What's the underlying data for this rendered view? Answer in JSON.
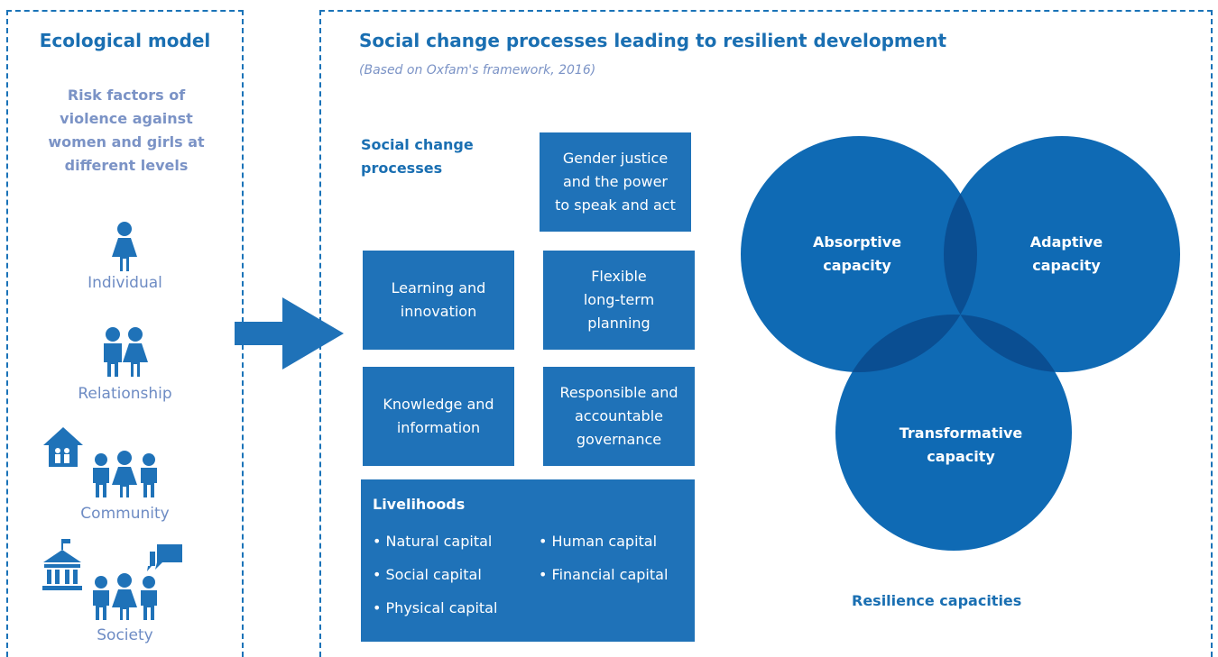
{
  "ecological_model": {
    "title": "Ecological model",
    "subtitle": "Risk factors of violence against women and girls at different levels",
    "levels": [
      {
        "label": "Individual",
        "icon": "person-icon"
      },
      {
        "label": "Relationship",
        "icon": "couple-icon"
      },
      {
        "label": "Community",
        "icon": "house-family-icon"
      },
      {
        "label": "Society",
        "icon": "government-building-icon"
      }
    ]
  },
  "arrow": {
    "icon": "arrow-right-icon"
  },
  "social_change": {
    "title": "Social change processes leading to resilient development",
    "subtitle": "(Based on Oxfam's framework, 2016)",
    "heading": "Social change processes",
    "boxes": {
      "gender_justice": "Gender justice\nand the power\nto speak and act",
      "learning": "Learning and\ninnovation",
      "flexible": "Flexible\nlong-term\nplanning",
      "knowledge": "Knowledge and\ninformation",
      "governance": "Responsible and\naccountable\ngovernance"
    },
    "livelihoods": {
      "title": "Livelihoods",
      "items": [
        "• Natural capital",
        "• Human capital",
        "• Social capital",
        "• Financial capital",
        "• Physical capital"
      ]
    }
  },
  "resilience": {
    "circles": {
      "absorptive": "Absorptive\ncapacity",
      "adaptive": "Adaptive\ncapacity",
      "transformative": "Transformative\ncapacity"
    },
    "label": "Resilience capacities"
  },
  "colors": {
    "primary": "#1f72b8",
    "circle": "#0f6ab4",
    "overlap": "#0a4e92",
    "muted": "#7b93c6",
    "heading": "#1a6fb2"
  }
}
